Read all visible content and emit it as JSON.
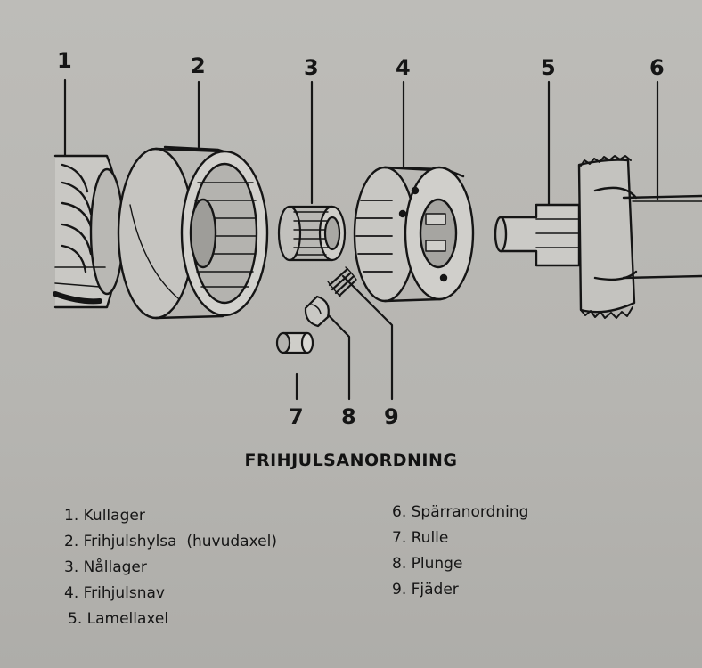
{
  "callouts": [
    "1",
    "2",
    "3",
    "4",
    "5",
    "6",
    "7",
    "8",
    "9"
  ],
  "title": "FRIHJULSANORDNING",
  "legend_left": [
    "1. Kullager",
    "2. Frihjulshylsa  (huvudaxel)",
    "3. Nållager",
    "4. Frihjulsnav",
    "5. Lamellaxel"
  ],
  "legend_right": [
    "6. Spärranordning",
    "7. Rulle",
    "8. Plunge",
    "9. Fjäder"
  ]
}
